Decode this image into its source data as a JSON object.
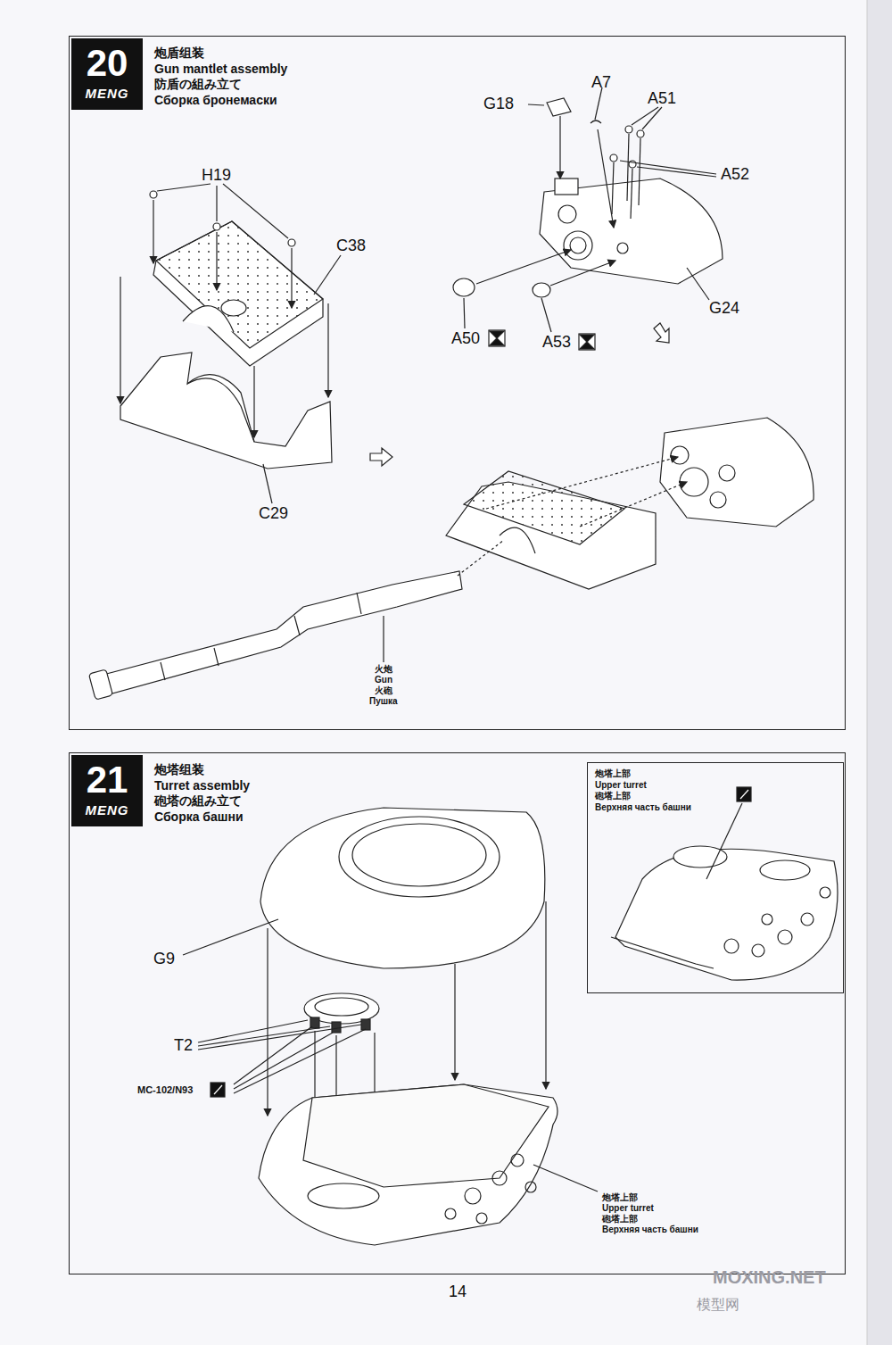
{
  "diagram": {
    "nodes": [
      {
        "text": [
          "炮盾组装",
          "Gun mantlet assembly",
          "防盾の組み立て",
          "Сборка бронемаски"
        ]
      },
      {
        "text": [
          "20",
          "MENG"
        ],
        "in": 0
      },
      {
        "text": [
          "炮塔组装",
          "Turret assembly",
          "砲塔の組み立て",
          "Сборка башни"
        ]
      },
      {
        "text": [
          "21",
          "MENG"
        ],
        "in": 2
      },
      {
        "text": [
          "炮塔上部",
          "Upper turret",
          "砲塔上部",
          "Верхняя часть башни"
        ],
        "in": 2
      }
    ],
    "labels": [
      "H19",
      "C38",
      "C29",
      "G18",
      "A7",
      "A51",
      "A52",
      "G24",
      "A50",
      "A53",
      "火炮",
      "Gun",
      "火砲",
      "Пушка",
      "G9",
      "T2",
      "MC-102/N93",
      "炮塔上部",
      "Upper turret",
      "砲塔上部",
      "Верхняя часть башни",
      "14",
      "MOXING.NET",
      "模型网"
    ]
  }
}
